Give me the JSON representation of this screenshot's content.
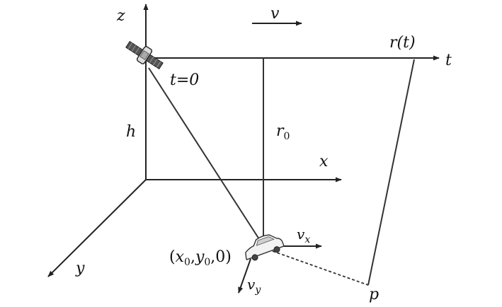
{
  "diagram": {
    "axis_labels": {
      "z": "z",
      "x": "x",
      "y": "y",
      "t": "t"
    },
    "velocity_label": "v",
    "height_label": "h",
    "range_label": {
      "base": "r",
      "sub": "0"
    },
    "range_time_label": "r(t)",
    "time_zero_label": "t=0",
    "vehicle_velocity_x": {
      "base": "v",
      "sub": "x"
    },
    "vehicle_velocity_y": {
      "base": "v",
      "sub": "y"
    },
    "vehicle_position": {
      "open": "(",
      "x": "x",
      "x_sub": "0",
      "comma1": ",",
      "y": "y",
      "y_sub": "0",
      "tail": ",0)"
    },
    "point_label": "p",
    "icons": [
      "satellite-icon",
      "car-icon"
    ]
  }
}
